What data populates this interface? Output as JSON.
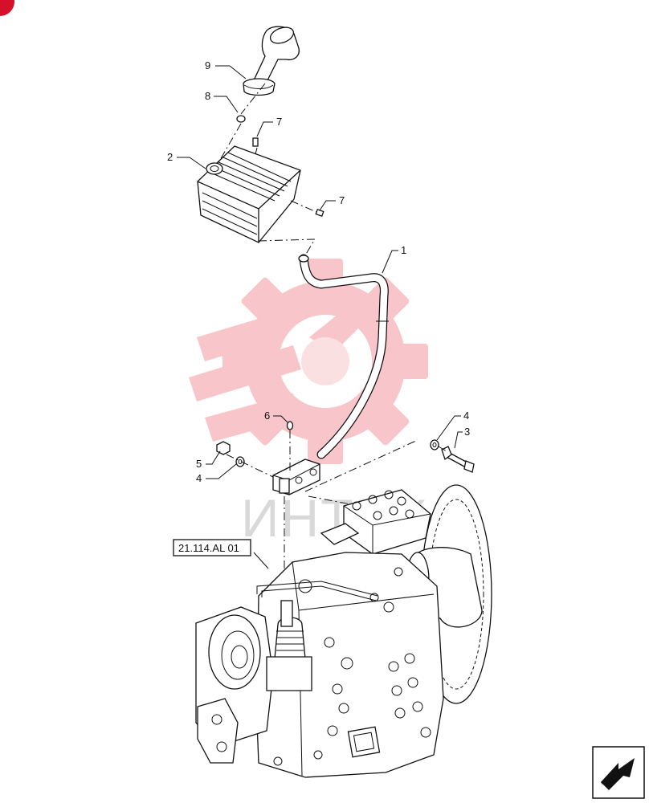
{
  "callouts": [
    {
      "id": "c9",
      "label": "9"
    },
    {
      "id": "c8",
      "label": "8"
    },
    {
      "id": "c7a",
      "label": "7"
    },
    {
      "id": "c2",
      "label": "2"
    },
    {
      "id": "c7b",
      "label": "7"
    },
    {
      "id": "c1",
      "label": "1"
    },
    {
      "id": "c6",
      "label": "6"
    },
    {
      "id": "c4a",
      "label": "4"
    },
    {
      "id": "c3",
      "label": "3"
    },
    {
      "id": "c5",
      "label": "5"
    },
    {
      "id": "c4b",
      "label": "4"
    }
  ],
  "reference_box": {
    "label": "21.114.AL 01"
  },
  "watermark": {
    "text": "ИНТЕХ",
    "color": "#f5a0a8"
  },
  "colors": {
    "line": "#111111",
    "brand_corner": "#d6102a"
  },
  "icons": [
    "navigation-arrow-icon",
    "brand-corner-mark-icon",
    "gear-watermark-icon"
  ]
}
